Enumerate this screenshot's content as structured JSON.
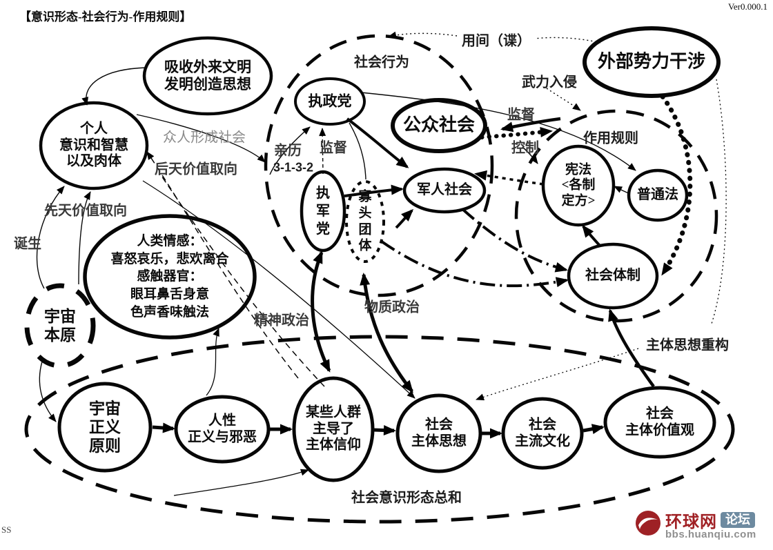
{
  "meta": {
    "title": "【意识形态-社会行为-作用规则】",
    "version": "Ver0.000.1",
    "corner_mark": "SS"
  },
  "regions": {
    "social_behavior": "社会行为",
    "action_rules": "作用规则",
    "ideology_sum": "社会意识形态总和"
  },
  "nodes": {
    "absorb_civilization": "吸收外来文明\n发明创造思想",
    "individual_mind": "个人\n意识和智慧\n以及肉体",
    "ruling_party": "执政党",
    "public_society": "公众社会",
    "external_forces": "外部势力干涉",
    "constitution": "宪法\n<各制\n定方>",
    "common_law": "普通法",
    "military_society": "军人社会",
    "military_party": "执\n军\n党",
    "oligarch_group": "寡\n头\n团\n体",
    "social_system": "社会体制",
    "human_emotion": "人类情感：\n喜怒哀乐，悲欢离合\n感触器官：\n眼耳鼻舌身意\n色声香味触法",
    "cosmic_origin": "宇宙\n本原",
    "cosmic_justice": "宇宙\n正义\n原则",
    "human_nature": "人性\n正义与邪恶",
    "dominant_groups": "某些人群\n主导了\n主体信仰",
    "social_main_thought": "社会\n主体思想",
    "mainstream_culture": "社会\n主流文化",
    "social_values": "社会\n主体价值观"
  },
  "edge_labels": {
    "spy": "用间（谍）",
    "armed_invasion": "武力入侵",
    "supervise_society": "监督",
    "control": "控制",
    "supervise_party": "监督",
    "personal_experience": "亲历",
    "sequence_code": "3-1-3-2",
    "crowd_forms_society": "众人形成社会",
    "acquired_values": "后天价值取向",
    "innate_values": "先天价值取向",
    "birth": "诞生",
    "spiritual_politics": "精神政治",
    "material_politics": "物质政治",
    "thought_reconstruction": "主体思想重构"
  },
  "logo": {
    "site_name": "环球网",
    "badge": "论坛",
    "url": "bbs.huanqiu.com",
    "colors": {
      "brand_red": "#a02024",
      "badge_blue": "#6d8aa0",
      "url_gray": "#8f8f8f"
    }
  }
}
